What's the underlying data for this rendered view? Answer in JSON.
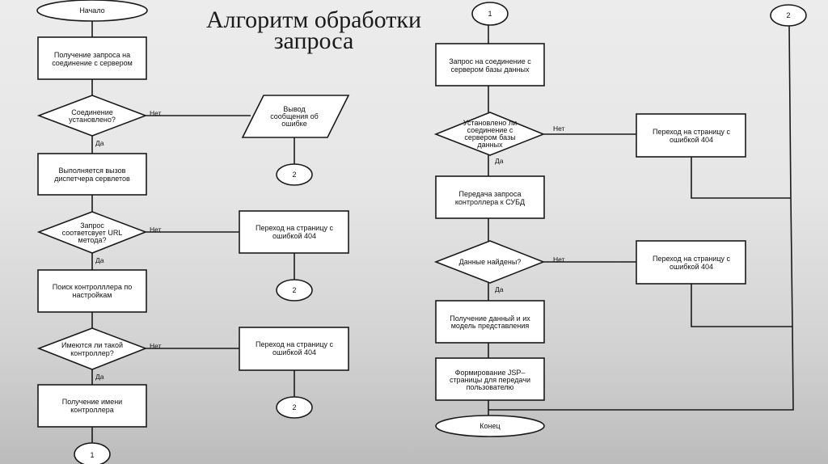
{
  "title": {
    "line1": "Алгоритм обработки",
    "line2": "запроса"
  },
  "branch_labels": {
    "yes": "Да",
    "no": "Нет"
  },
  "left_column": {
    "start": "Начало",
    "get_request": [
      "Получение запроса на",
      "соединение с сервером"
    ],
    "connection_decision": [
      "Соединение",
      "установлено?"
    ],
    "dispatcher_call": [
      "Выполняется вызов",
      "диспетчера сервлетов"
    ],
    "url_decision": [
      "Запрос",
      "соответсвует URL",
      "метода?"
    ],
    "find_controller": [
      "Поиск контролллера по",
      "настройкам"
    ],
    "controller_decision": [
      "Имеются ли такой",
      "контроллер?"
    ],
    "get_controller_name": [
      "Получение имени",
      "контроллера"
    ],
    "connector_1": "1"
  },
  "middle_column": {
    "error_output": [
      "Вывод",
      "сообщения об",
      "ошибке"
    ],
    "connector_2a": "2",
    "error_404_a": [
      "Переход на страницу с",
      "ошибкой 404"
    ],
    "connector_2b": "2",
    "error_404_b": [
      "Переход на страницу с",
      "ошибкой 404"
    ],
    "connector_2c": "2"
  },
  "right_column": {
    "connector_1": "1",
    "db_request": [
      "Запрос на соединение с",
      "сервером базы данных"
    ],
    "db_decision": [
      "Установлено ли",
      "соединение с",
      "сервером базы",
      "данных"
    ],
    "pass_to_dbms": [
      "Передача запроса",
      "контроллера к СУБД"
    ],
    "data_decision": [
      "Данные найдены?"
    ],
    "get_data": [
      "Получение данный и их",
      "модель представления"
    ],
    "form_jsp": [
      "Формирование JSP–",
      "страницы для передачи",
      "пользователю"
    ],
    "end": "Конец"
  },
  "far_right_column": {
    "connector_2": "2",
    "error_404_a": [
      "Переход на страницу с",
      "ошибкой 404"
    ],
    "error_404_b": [
      "Переход на страницу с",
      "ошибкой 404"
    ]
  }
}
